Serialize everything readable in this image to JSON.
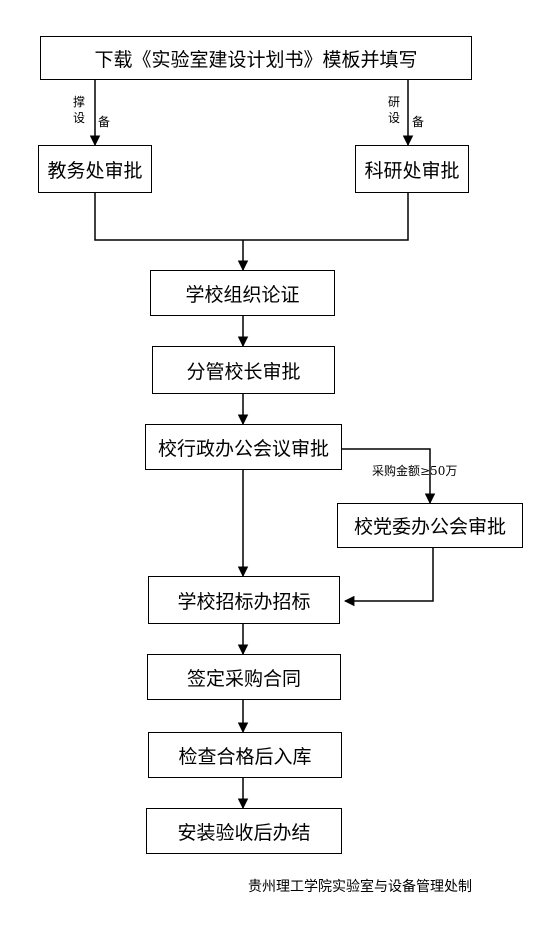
{
  "steps": {
    "download_template": "下载《实验室建设计划书》模板并填写",
    "academic_affairs_approval": "教务处审批",
    "research_office_approval": "科研处审批",
    "school_review": "学校组织论证",
    "vice_president_approval": "分管校长审批",
    "president_office_meeting": "校行政办公会议审批",
    "party_committee_meeting": "校党委办公会审批",
    "bidding_office": "学校招标办招标",
    "sign_contract": "签定采购合同",
    "inspect_store": "检查合格后入库",
    "install_close": "安装验收后办结"
  },
  "branch_notes": {
    "teaching_equipment": [
      "撑",
      "设",
      "备"
    ],
    "research_equipment": [
      "研",
      "设",
      "备"
    ],
    "purchase_threshold": "采购金额≥50万"
  },
  "footer": "贵州理工学院实验室与设备管理处制"
}
